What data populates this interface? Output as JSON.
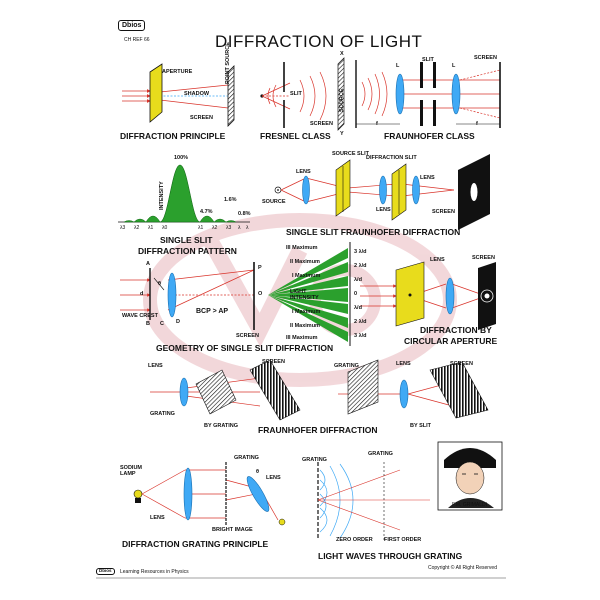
{
  "brand": "Dbios",
  "code": "CH REF 66",
  "title": "DIFFRACTION OF LIGHT",
  "footer": {
    "publisher": "Learning Resources in Physics",
    "copyright": "Copyright © All Right Reserved"
  },
  "principle": {
    "caption": "DIFFRACTION PRINCIPLE",
    "aperture": "APERTURE",
    "shadow": "SHADOW",
    "screen": "SCREEN"
  },
  "fresnel": {
    "caption": "FRESNEL CLASS",
    "point_source": "POINT SOURCE",
    "slit": "SLIT",
    "screen": "SCREEN",
    "x": "X",
    "y": "Y"
  },
  "fraunhofer": {
    "caption": "FRAUNHOFER CLASS",
    "source": "SOURCE",
    "l1": "L",
    "l2": "L",
    "slit": "SLIT",
    "screen": "SCREEN",
    "f1": "f",
    "f2": "f"
  },
  "pattern": {
    "caption_line1": "SINGLE SLIT",
    "caption_line2": "DIFFRACTION PATTERN",
    "ylabel": "INTENSITY",
    "peak_labels": [
      "100%",
      "4.7%",
      "1.6%",
      "0.8%"
    ],
    "axis_symbols": [
      "λ3",
      "λ2",
      "λ1",
      "λ0",
      "λ1",
      "λ2",
      "λ3",
      "λ",
      "λ"
    ]
  },
  "single_slit_fraunhofer": {
    "caption": "SINGLE SLIT FRAUNHOFER DIFFRACTION",
    "source": "SOURCE",
    "lens": "LENS",
    "source_slit": "SOURCE SLIT",
    "diffraction_slit": "DIFFRACTION SLIT",
    "lens2": "LENS",
    "lens3": "LENS",
    "screen": "SCREEN"
  },
  "geometry": {
    "caption": "GEOMETRY OF SINGLE SLIT DIFFRACTION",
    "wave_crest": "WAVE CREST",
    "a": "A",
    "b": "B",
    "c": "C",
    "d": "D",
    "e": "d",
    "p": "P",
    "o": "O",
    "theta": "θ",
    "relation": "BCP > AP",
    "screen": "SCREEN",
    "maxima_labels": [
      "III Maximum",
      "II Maximum",
      "I Maximum",
      "LIGHT INTENSITY",
      "I Maximum",
      "II Maximum",
      "III Maximum"
    ],
    "lambda_labels": [
      "3 λ/d",
      "2 λ/d",
      "λ/d",
      "0",
      "λ/d",
      "2 λ/d",
      "3 λ/d"
    ]
  },
  "circular": {
    "caption_line1": "DIFFRACTION BY",
    "caption_line2": "CIRCULAR APERTURE",
    "lens": "LENS",
    "screen": "SCREEN"
  },
  "grating_row": {
    "caption": "FRAUNHOFER DIFFRACTION",
    "lens": "LENS",
    "grating": "GRATING",
    "screen": "SCREEN",
    "by_grating": "BY GRATING",
    "grating2": "GRATING",
    "lens2": "LENS",
    "screen2": "SCREEN",
    "by_slit": "BY SLIT"
  },
  "grating_principle": {
    "caption": "DIFFRACTION GRATING PRINCIPLE",
    "sodium_lamp": "SODIUM LAMP",
    "lens": "LENS",
    "grating": "GRATING",
    "lens2": "LENS",
    "bright_image": "BRIGHT IMAGE",
    "theta": "θ"
  },
  "light_waves": {
    "caption": "LIGHT WAVES THROUGH GRATING",
    "grating": "GRATING",
    "grating2": "GRATING",
    "zero_order": "ZERO ORDER",
    "first_order": "FIRST ORDER"
  },
  "portrait": {
    "name": "F.M. GRIMALDI"
  },
  "colors": {
    "ray": "#d9342b",
    "lens": "#3fa9f5",
    "yellow": "#e8dc1c",
    "green": "#2ba02d",
    "black": "#111111",
    "watermark": "#e9b8bd"
  }
}
